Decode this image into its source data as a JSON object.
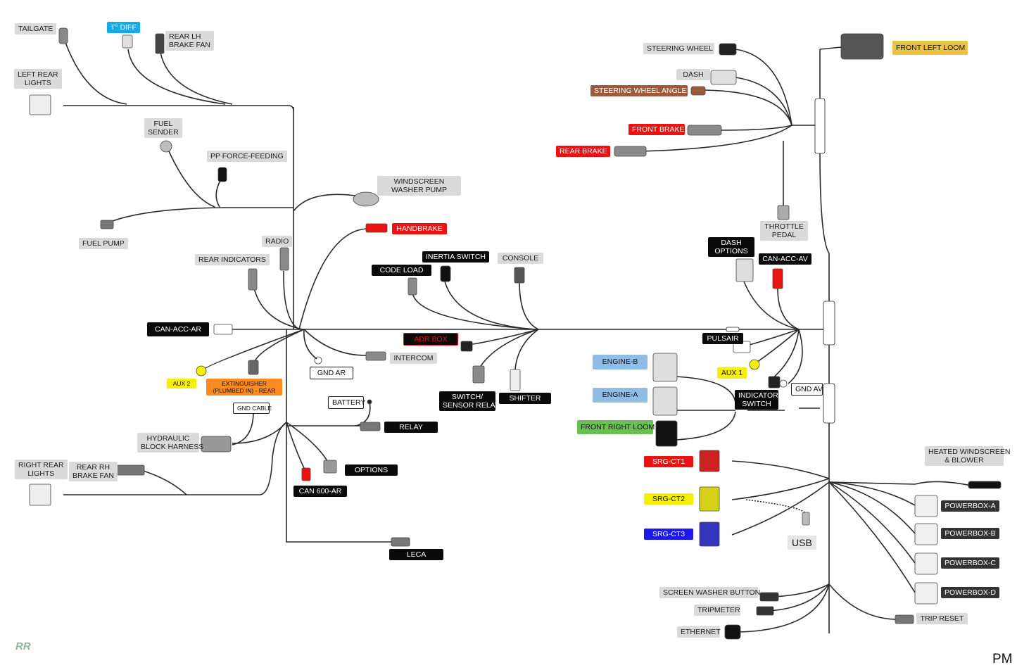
{
  "labels": {
    "tailgate": "TAILGATE",
    "t_diff": "T° DIFF",
    "rear_lh_brake_fan": "REAR LH\nBRAKE FAN",
    "left_rear_lights": "LEFT REAR\nLIGHTS",
    "fuel_sender": "FUEL\nSENDER",
    "pp_force_feeding": "PP FORCE-FEEDING",
    "windscreen_washer_pump": "WINDSCREEN\nWASHER PUMP",
    "fuel_pump": "FUEL PUMP",
    "handbrake": "HANDBRAKE",
    "radio": "RADIO",
    "rear_indicators": "REAR INDICATORS",
    "inertia_switch": "INERTIA SWITCH",
    "console": "CONSOLE",
    "code_load": "CODE LOAD",
    "can_acc_ar": "CAN-ACC-AR",
    "adr_box": "ADR BOX",
    "intercom": "INTERCOM",
    "gnd_ar": "GND AR",
    "aux_2": "AUX 2",
    "extinguisher": "EXTINGUISHER\n(PLUMBED IN) - REAR",
    "switch_sensor_relay": "SWITCH/\nSENSOR RELAY",
    "shifter": "SHIFTER",
    "gnd_cable": "GND CABLE",
    "battery": "BATTERY",
    "relay": "RELAY",
    "hydraulic_block_harness": "HYDRAULIC\nBLOCK HARNESS",
    "right_rear_lights": "RIGHT REAR\nLIGHTS",
    "rear_rh_brake_fan": "REAR RH\nBRAKE FAN",
    "options": "OPTIONS",
    "can_600_ar": "CAN 600-AR",
    "leca": "LECA",
    "steering_wheel": "STEERING WHEEL",
    "front_left_loom": "FRONT LEFT LOOM",
    "dash": "DASH",
    "steering_wheel_angle": "STEERING WHEEL ANGLE",
    "front_brake": "FRONT BRAKE",
    "rear_brake": "REAR BRAKE",
    "throttle_pedal": "THROTTLE\nPEDAL",
    "dash_options": "DASH\nOPTIONS",
    "can_acc_av": "CAN-ACC-AV",
    "pulsair": "PULSAIR",
    "aux_1": "AUX 1",
    "engine_b": "ENGINE-B",
    "engine_a": "ENGINE-A",
    "gnd_av": "GND AV",
    "indicator_switch": "INDICATOR\nSWITCH",
    "front_right_loom": "FRONT RIGHT LOOM",
    "srg_ct1": "SRG-CT1",
    "srg_ct2": "SRG-CT2",
    "srg_ct3": "SRG-CT3",
    "usb": "USB",
    "heated_windscreen": "HEATED WINDSCREEN\n& BLOWER",
    "powerbox_a": "POWERBOX-A",
    "powerbox_b": "POWERBOX-B",
    "powerbox_c": "POWERBOX-C",
    "powerbox_d": "POWERBOX-D",
    "screen_washer_button": "SCREEN WASHER BUTTON",
    "tripmeter": "TRIPMETER",
    "trip_reset": "TRIP RESET",
    "ethernet": "ETHERNET",
    "corner_mark": "PM",
    "logo": "RR"
  },
  "colors": {
    "wire": "#2a2a2a",
    "connector": "#8a8a8a",
    "red": "#ee1111",
    "blue": "#1a1aee",
    "yellow": "#f5f000",
    "gold": "#e9c446",
    "orange": "#ff8a1f",
    "brown": "#9c5b3c",
    "green": "#6bbf55",
    "sky": "#19a9e8",
    "lightblue": "#8fbde6"
  }
}
